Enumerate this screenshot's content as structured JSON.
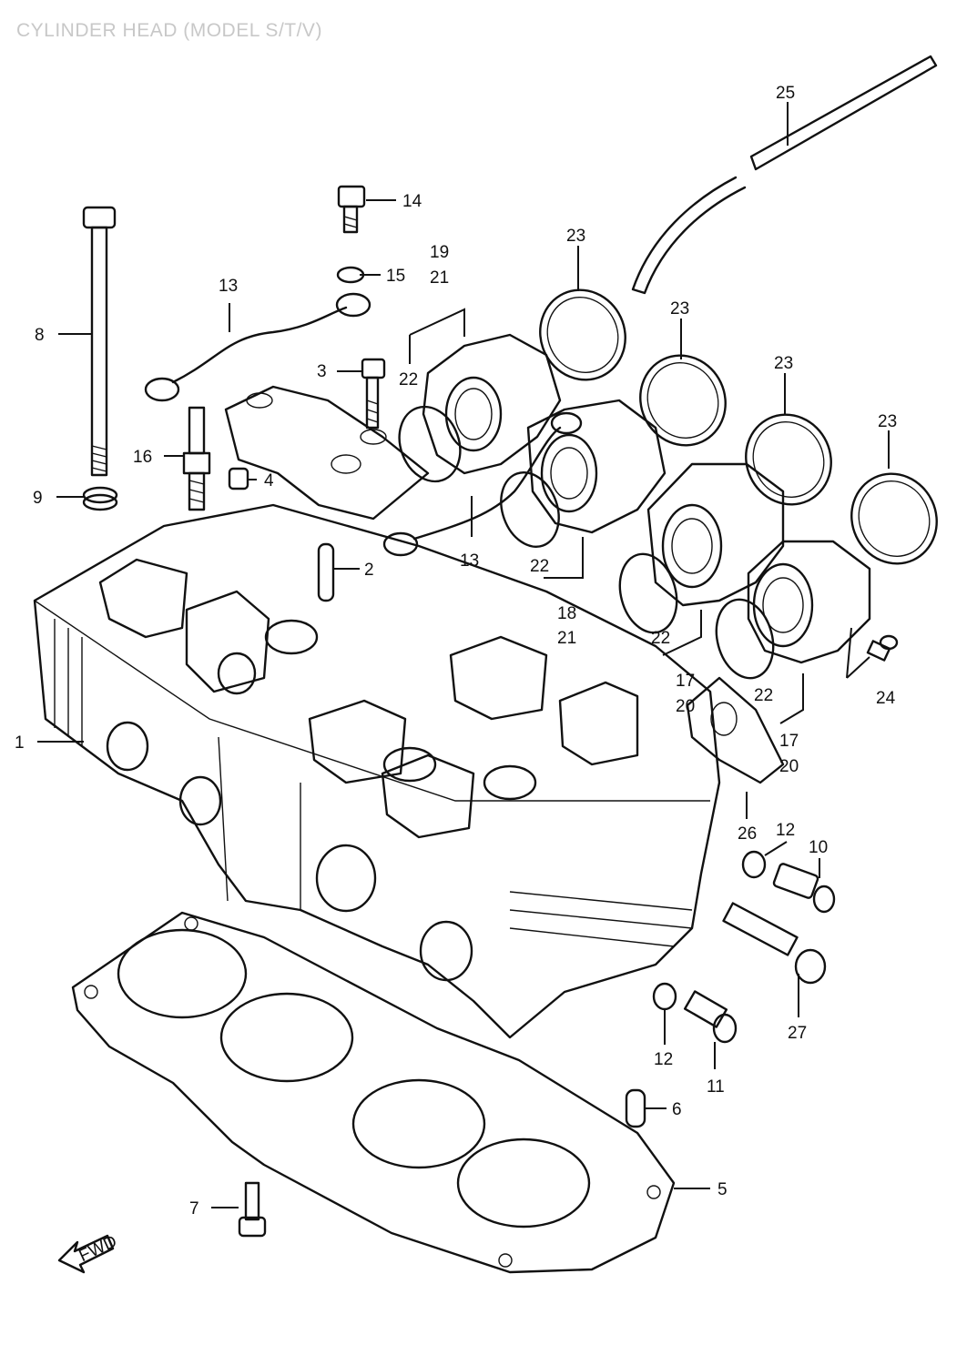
{
  "title": "CYLINDER HEAD (MODEL S/T/V)",
  "arrow_label": "FWD",
  "callouts": {
    "c1": "1",
    "c2": "2",
    "c3": "3",
    "c4": "4",
    "c5": "5",
    "c6": "6",
    "c7": "7",
    "c8": "8",
    "c9": "9",
    "c10": "10",
    "c11": "11",
    "c12a": "12",
    "c12b": "12",
    "c13a": "13",
    "c13b": "13",
    "c14": "14",
    "c15": "15",
    "c16": "16",
    "c17a": "17",
    "c17b": "17",
    "c18": "18",
    "c19": "19",
    "c20a": "20",
    "c20b": "20",
    "c21a": "21",
    "c21b": "21",
    "c22a": "22",
    "c22b": "22",
    "c22c": "22",
    "c22d": "22",
    "c23a": "23",
    "c23b": "23",
    "c23c": "23",
    "c23d": "23",
    "c24": "24",
    "c25": "25",
    "c26": "26",
    "c27": "27"
  }
}
